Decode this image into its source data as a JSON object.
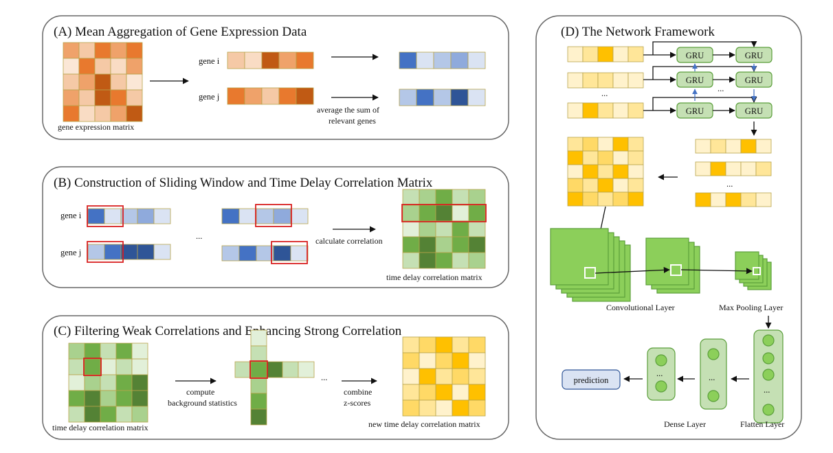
{
  "panelA": {
    "title": "(A) Mean Aggregation of Gene Expression Data",
    "matrix_caption": "gene expression matrix",
    "gene_i": "gene i",
    "gene_j": "gene j",
    "avg_line1": "average the sum of",
    "avg_line2": "relevant genes"
  },
  "panelB": {
    "title": "(B) Construction of Sliding Window and Time Delay Correlation Matrix",
    "gene_i": "gene i",
    "gene_j": "gene j",
    "ellipsis": "...",
    "calc": "calculate correlation",
    "matrix_caption": "time delay correlation matrix"
  },
  "panelC": {
    "title": "(C) Filtering Weak Correlations and Enhancing Strong Correlation",
    "matrix_caption": "time delay correlation matrix",
    "compute_line1": "compute",
    "compute_line2": "background statistics",
    "ellipsis": "...",
    "combine_line1": "combine",
    "combine_line2": "z-scores",
    "new_caption": "new time delay correlation matrix"
  },
  "panelD": {
    "title": "(D) The Network Framework",
    "gru": "GRU",
    "ellipsis": "...",
    "conv": "Convolutional Layer",
    "maxpool": "Max Pooling Layer",
    "dense": "Dense Layer",
    "flatten": "Flatten Layer",
    "prediction": "prediction"
  },
  "colors": {
    "orange": [
      "#f5c9a6",
      "#efa26a",
      "#e8792e",
      "#c05a14",
      "#f9dcc4",
      "#fbe7d6"
    ],
    "blue": [
      "#4472c4",
      "#dae3f3",
      "#b4c7e7",
      "#8faadc",
      "#2f5597"
    ],
    "green": [
      "#c5e0b4",
      "#a9d18e",
      "#70ad47",
      "#548235",
      "#e2f0d9"
    ],
    "yellow": [
      "#fff2cc",
      "#ffe699",
      "#ffd966",
      "#ffc000"
    ],
    "highlight": "#d82020",
    "layer_fill": "#8ccf5a",
    "layer_stroke": "#5a9e3a",
    "gru_fill": "#c5e0b4",
    "prediction_fill": "#dae3f3"
  }
}
